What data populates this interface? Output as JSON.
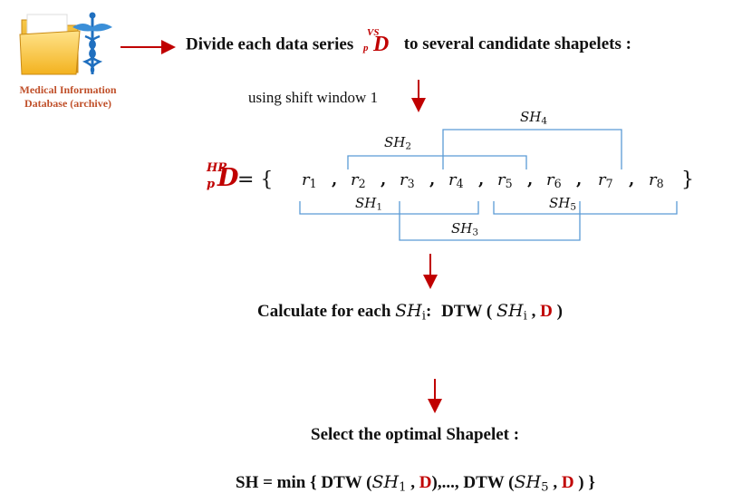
{
  "database": {
    "label_line1": "Medical Information",
    "label_line2": "Database (archive)",
    "icon": "medical-folder-icon"
  },
  "step1": {
    "prefix": "Divide each data series",
    "series_sup": "VS",
    "series_sub": "p",
    "series_letter": "D",
    "suffix": "to several candidate shapelets :"
  },
  "shift_note": "using shift window 1",
  "sequence": {
    "lhs_sup": "HR",
    "lhs_sub": "p",
    "lhs_letter": "D",
    "equals_open": "= {",
    "close": "}",
    "items": [
      {
        "base": "r",
        "idx": "1"
      },
      {
        "base": "r",
        "idx": "2"
      },
      {
        "base": "r",
        "idx": "3"
      },
      {
        "base": "r",
        "idx": "4"
      },
      {
        "base": "r",
        "idx": "5"
      },
      {
        "base": "r",
        "idx": "6"
      },
      {
        "base": "r",
        "idx": "7"
      },
      {
        "base": "r",
        "idx": "8"
      }
    ],
    "separator": ","
  },
  "shapelets": [
    {
      "base": "SH",
      "idx": "1"
    },
    {
      "base": "SH",
      "idx": "2"
    },
    {
      "base": "SH",
      "idx": "3"
    },
    {
      "base": "SH",
      "idx": "4"
    },
    {
      "base": "SH",
      "idx": "5"
    }
  ],
  "step2": {
    "prefix": "Calculate for each",
    "sh": "SH",
    "sh_idx": "i",
    "colon": ":",
    "dtw": "DTW",
    "open": "(",
    "comma": ",",
    "d": "D",
    "close": ")"
  },
  "step3": {
    "text": "Select the optimal Shapelet :"
  },
  "step4": {
    "lhs": "SH = min {",
    "dtw1": "DTW",
    "sh1": "SH",
    "idx1": "1",
    "d1": "D",
    "mid": "),...,",
    "dtw2": "DTW",
    "sh2": "SH",
    "idx2": "5",
    "d2": "D",
    "end": ") }"
  },
  "colors": {
    "arrow": "#c00000",
    "bracket": "#5b9bd5",
    "accent_red": "#c00000",
    "db_label": "#c0502a"
  }
}
